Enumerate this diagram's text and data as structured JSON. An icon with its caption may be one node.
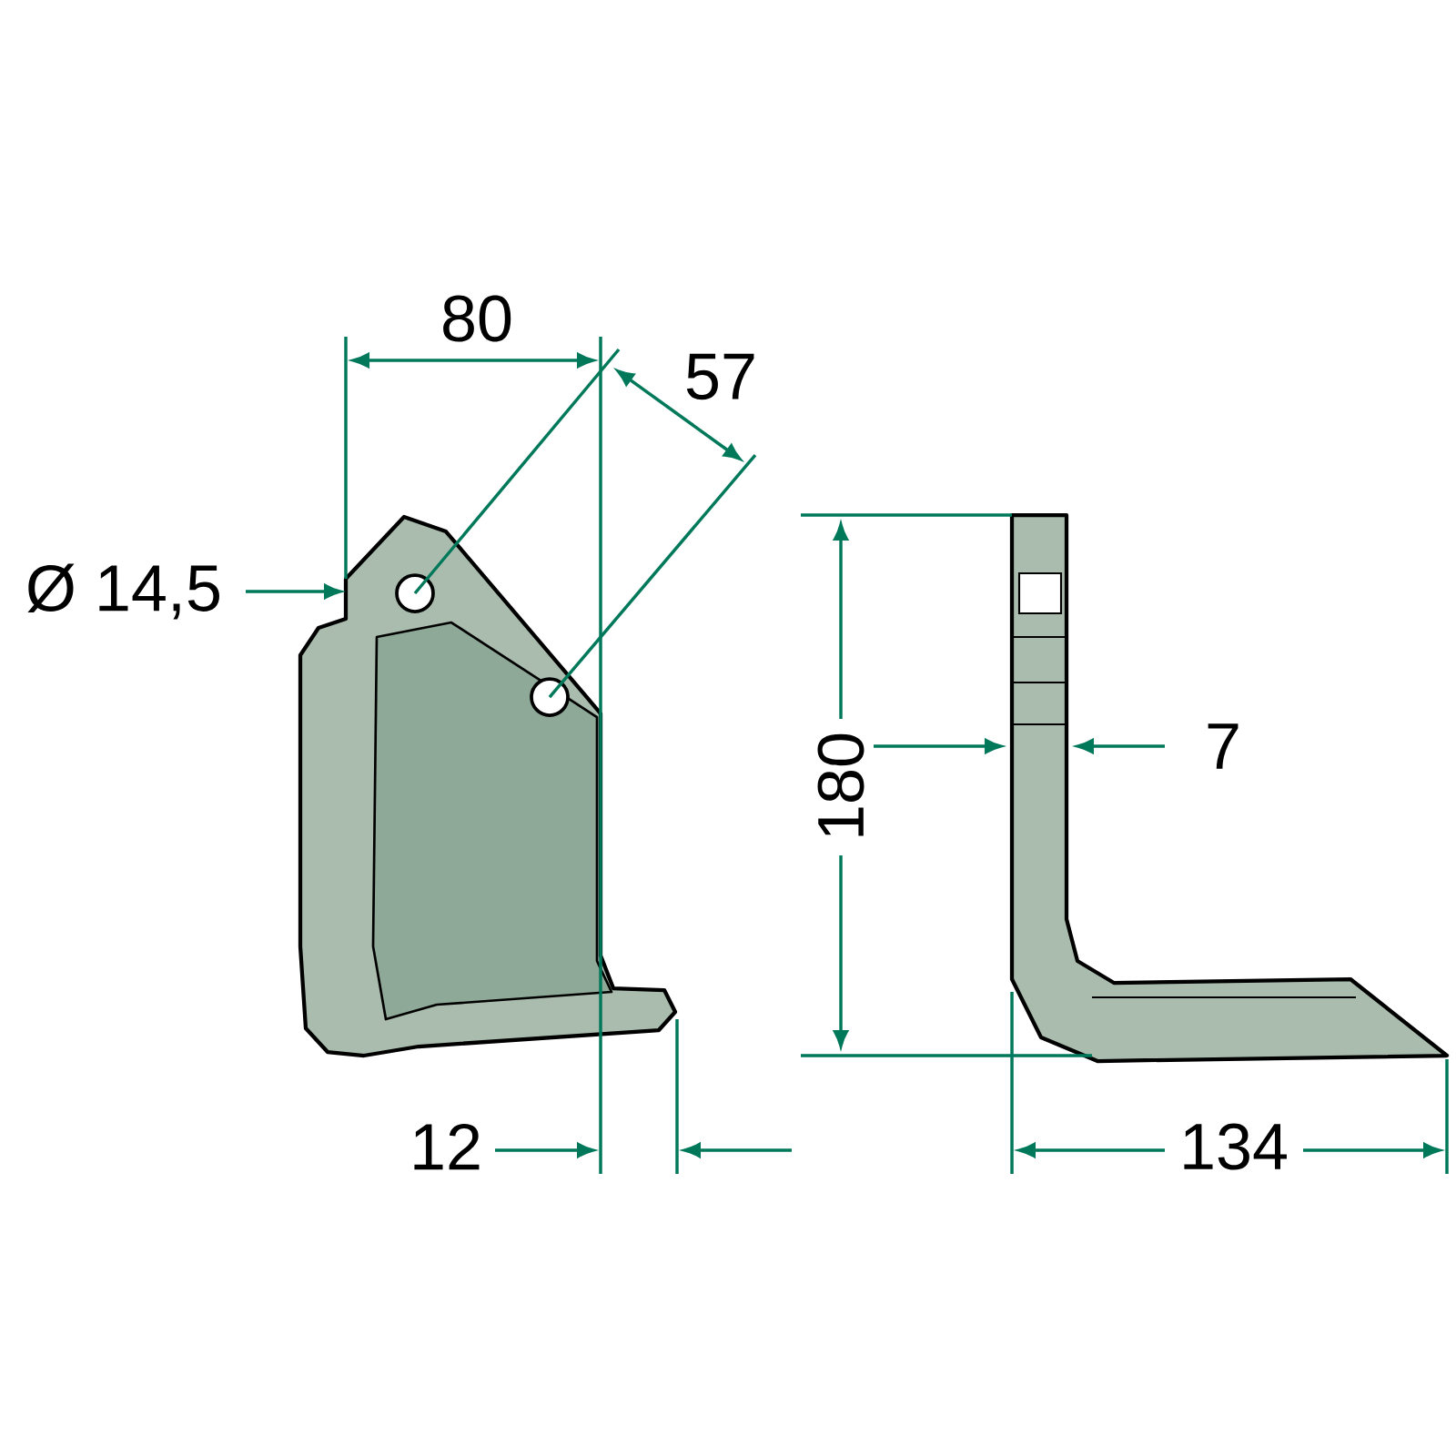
{
  "diagram": {
    "labels": [
      "80",
      "57",
      "Ø 14,5",
      "180",
      "7",
      "12",
      "134"
    ]
  }
}
